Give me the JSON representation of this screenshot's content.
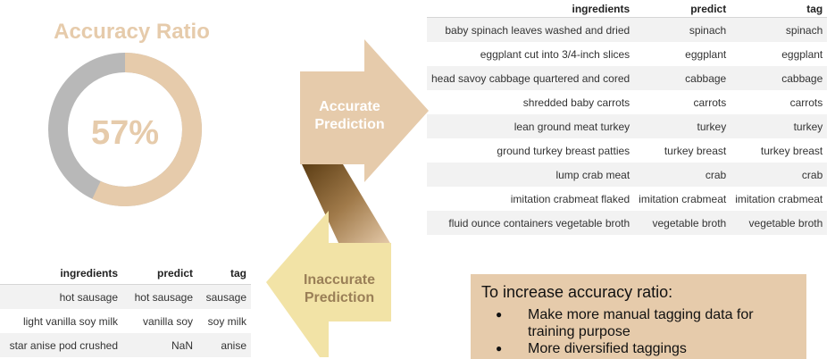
{
  "ratio": {
    "title": "Accuracy Ratio",
    "percent_label": "57%",
    "accurate_fraction": 0.57
  },
  "arrows": {
    "accurate_label": "Accurate Prediction",
    "inaccurate_label": "Inaccurate Prediction"
  },
  "accurate_table": {
    "headers": [
      "ingredients",
      "predict",
      "tag"
    ],
    "rows": [
      [
        "baby spinach leaves washed and dried",
        "spinach",
        "spinach"
      ],
      [
        "eggplant cut into 3/4-inch slices",
        "eggplant",
        "eggplant"
      ],
      [
        "head savoy cabbage quartered and cored",
        "cabbage",
        "cabbage"
      ],
      [
        "shredded baby carrots",
        "carrots",
        "carrots"
      ],
      [
        "lean ground meat turkey",
        "turkey",
        "turkey"
      ],
      [
        "ground turkey breast patties",
        "turkey breast",
        "turkey breast"
      ],
      [
        "lump crab meat",
        "crab",
        "crab"
      ],
      [
        "imitation crabmeat flaked",
        "imitation crabmeat",
        "imitation crabmeat"
      ],
      [
        "fluid ounce containers vegetable broth",
        "vegetable broth",
        "vegetable broth"
      ]
    ]
  },
  "inaccurate_table": {
    "headers": [
      "ingredients",
      "predict",
      "tag"
    ],
    "rows": [
      [
        "hot sausage",
        "hot sausage",
        "sausage"
      ],
      [
        "light vanilla soy milk",
        "vanilla soy",
        "soy milk"
      ],
      [
        "star anise pod crushed",
        "NaN",
        "anise"
      ]
    ]
  },
  "note": {
    "title": "To increase accuracy ratio:",
    "items": [
      "Make more manual tagging data for training purpose",
      "More diversified taggings"
    ]
  },
  "colors": {
    "accent": "#e6cbab",
    "ring_gray": "#b8b8b8",
    "inaccurate_arrow": "#f2e3a6",
    "band_dark": "#9a7443"
  }
}
